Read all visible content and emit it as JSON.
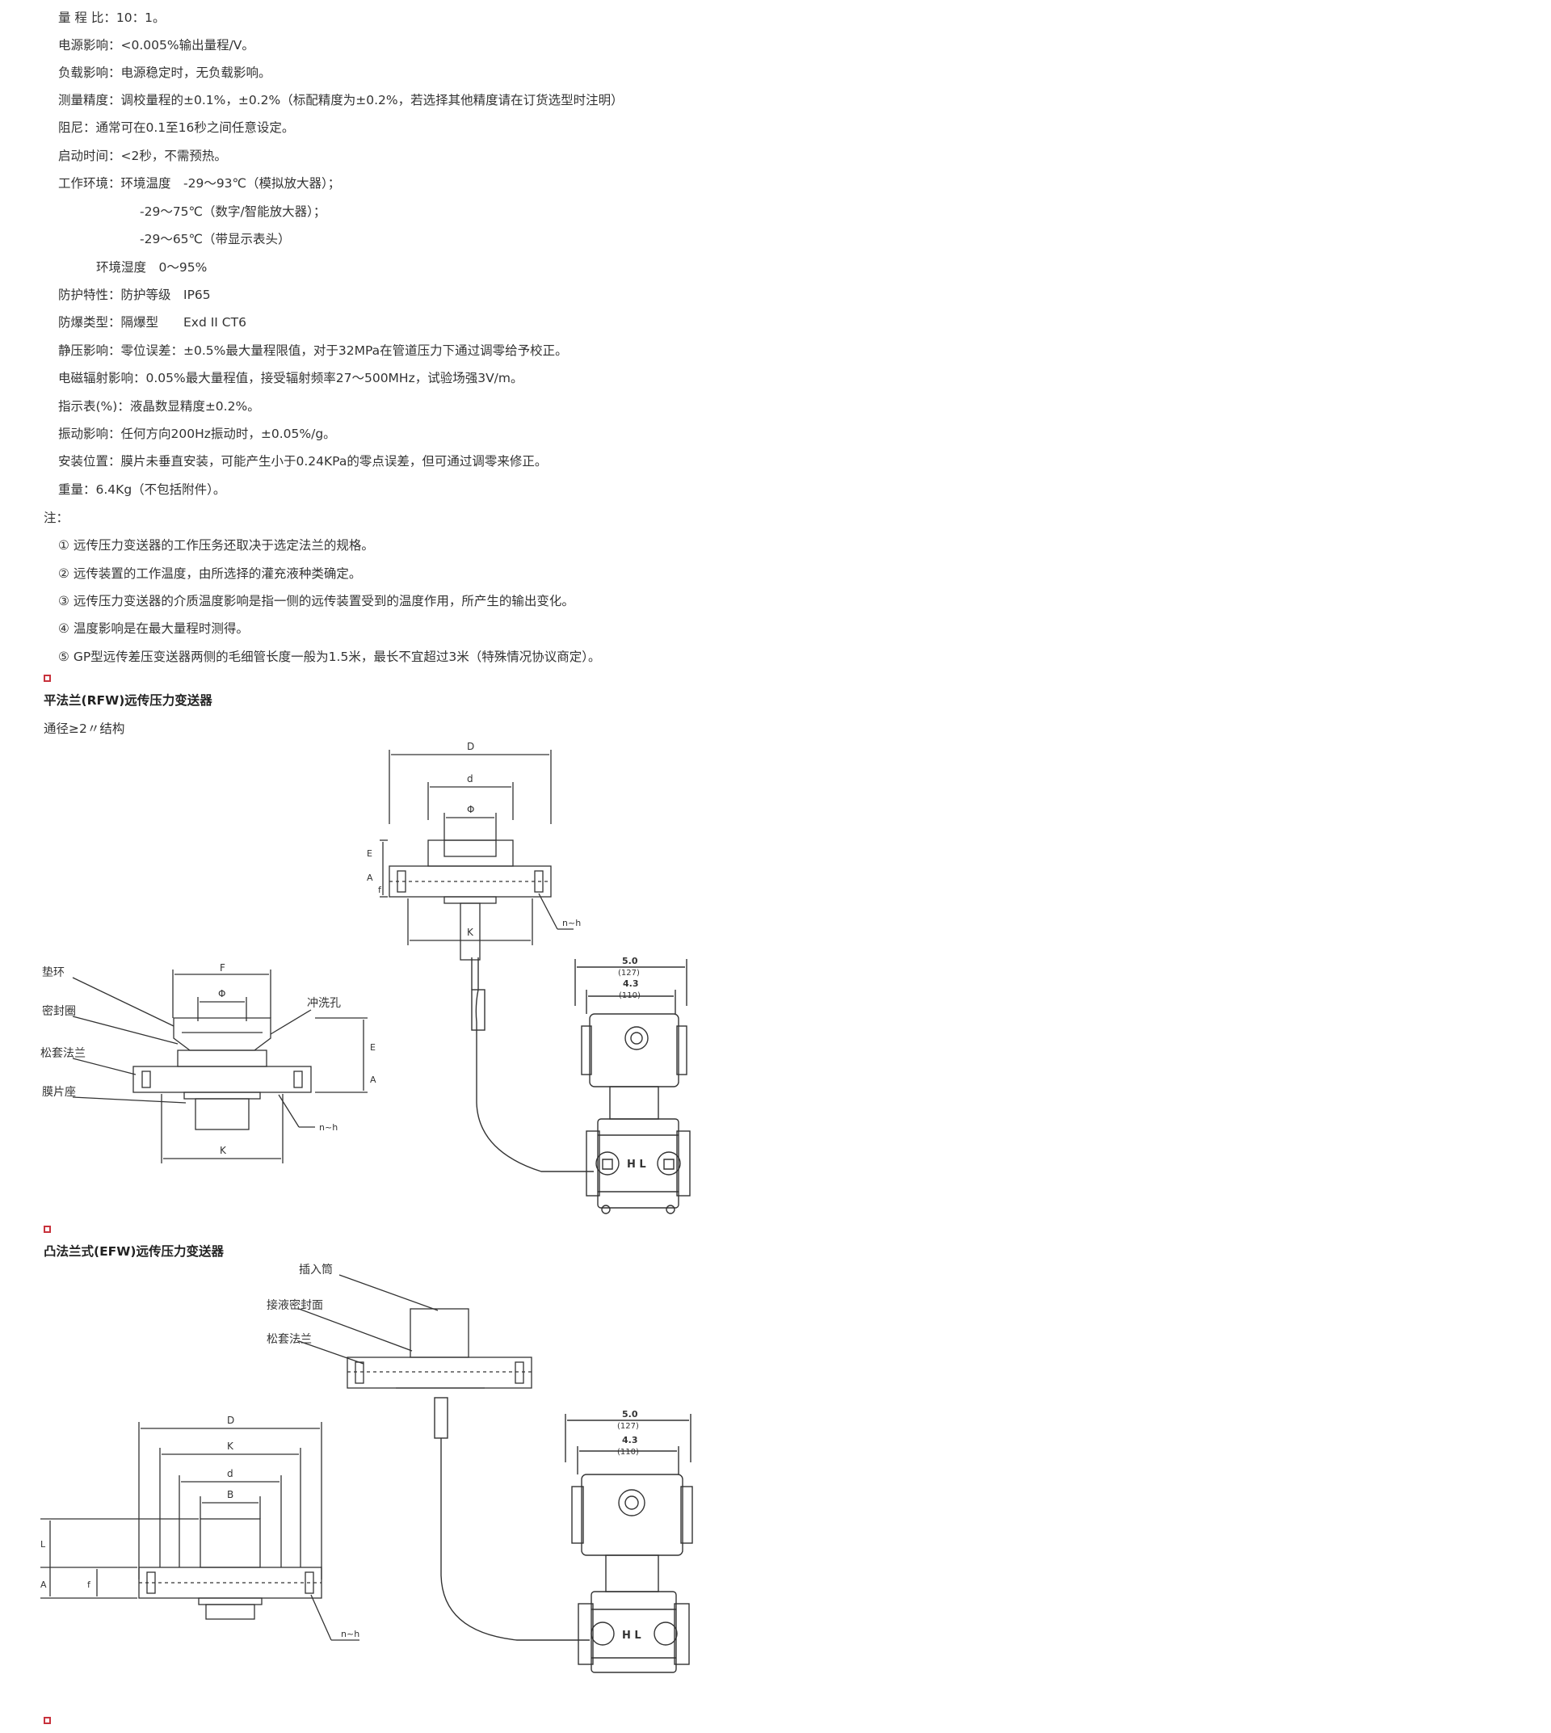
{
  "specs": [
    "量 程 比：10：1。",
    "电源影响：<0.005%输出量程/V。",
    "负载影响：电源稳定时，无负载影响。",
    "测量精度：调校量程的±0.1%，±0.2%（标配精度为±0.2%，若选择其他精度请在订货选型时注明）",
    "阻尼：通常可在0.1至16秒之间任意设定。",
    "启动时间：<2秒，不需预热。",
    "工作环境：环境温度　-29～93℃（模拟放大器）；",
    "-29～75℃（数字/智能放大器）；",
    "-29～65℃（带显示表头）",
    "环境湿度　0～95%",
    "防护特性：防护等级　IP65",
    "防爆类型：隔爆型　　Exd II CT6",
    "静压影响：零位误差：±0.5%最大量程限值，对于32MPa在管道压力下通过调零给予校正。",
    "电磁辐射影响：0.05%最大量程值，接受辐射频率27～500MHz，试验场强3V/m。",
    "指示表(%)：液晶数显精度±0.2%。",
    "振动影响：任何方向200Hz振动时，±0.05%/g。",
    "安装位置：膜片未垂直安装，可能产生小于0.24KPa的零点误差，但可通过调零来修正。",
    "重量：6.4Kg（不包括附件）。"
  ],
  "notes_label": "注：",
  "notes": [
    "① 远传压力变送器的工作压务还取决于选定法兰的规格。",
    "② 远传装置的工作温度，由所选择的灌充液种类确定。",
    "③ 远传压力变送器的介质温度影响是指一侧的远传装置受到的温度作用，所产生的输出变化。",
    "④ 温度影响是在最大量程时测得。",
    "⑤ GP型远传差压变送器两侧的毛细管长度一般为1.5米，最长不宜超过3米（特殊情况协议商定）。"
  ],
  "section1": {
    "title": "平法兰(RFW)远传压力变送器",
    "subtitle": "通径≥2〃结构",
    "labels": {
      "D": "D",
      "d": "d",
      "phi": "Φ",
      "E": "E",
      "A": "A",
      "f": "f",
      "K": "K",
      "nh": "n~h",
      "dim1": "5.0",
      "dim1b": "(127)",
      "dim2": "4.3",
      "dim2b": "(110)",
      "F": "F",
      "gasket": "垫环",
      "seal": "密封圈",
      "loose_flange": "松套法兰",
      "diaphragm_seat": "膜片座",
      "flush_hole": "冲洗孔",
      "HL": "H L"
    }
  },
  "section2": {
    "title": "凸法兰式(EFW)远传压力变送器",
    "labels": {
      "insert_tube": "插入筒",
      "seal_face": "接液密封面",
      "loose_flange": "松套法兰",
      "D": "D",
      "K": "K",
      "d": "d",
      "B": "B",
      "L": "L",
      "A": "A",
      "f": "f",
      "nh": "n~h",
      "dim1": "5.0",
      "dim1b": "(127)",
      "dim2": "4.3",
      "dim2b": "(110)",
      "HL": "H L"
    }
  }
}
